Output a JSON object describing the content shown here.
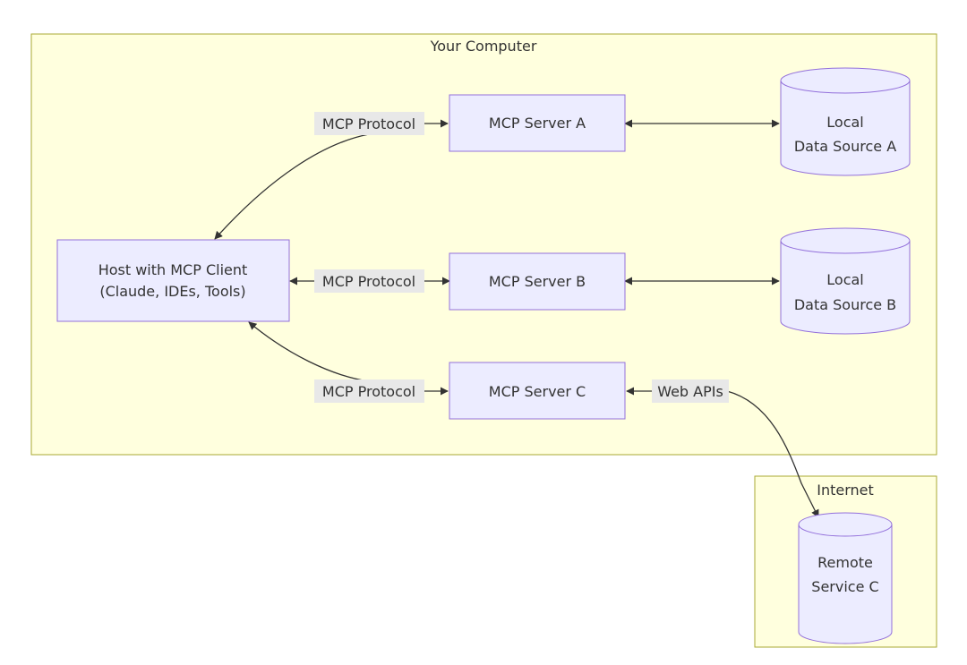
{
  "colors": {
    "node_fill": "#ECECFF",
    "node_stroke": "#9370DB",
    "cluster_fill": "#FFFFDE",
    "cluster_stroke": "#AAAA33",
    "edge": "#333333",
    "edge_label_bg": "#E8E8E8"
  },
  "clusters": {
    "your_computer": "Your Computer",
    "internet": "Internet"
  },
  "nodes": {
    "host": {
      "line1": "Host with MCP Client",
      "line2": "(Claude, IDEs, Tools)"
    },
    "server_a": "MCP Server A",
    "server_b": "MCP Server B",
    "server_c": "MCP Server C",
    "data_a": {
      "line1": "Local",
      "line2": "Data Source A"
    },
    "data_b": {
      "line1": "Local",
      "line2": "Data Source B"
    },
    "remote_c": {
      "line1": "Remote",
      "line2": "Service C"
    }
  },
  "edges": {
    "host_server_a": "MCP Protocol",
    "host_server_b": "MCP Protocol",
    "host_server_c": "MCP Protocol",
    "server_c_remote": "Web APIs"
  }
}
